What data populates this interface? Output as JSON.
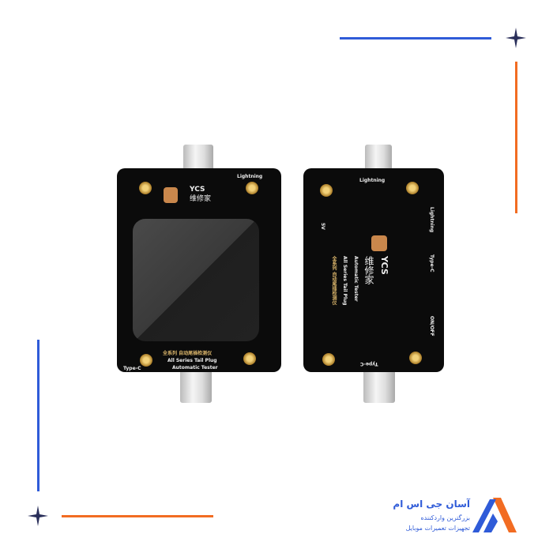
{
  "brand": {
    "name": "آسان جی اس ام",
    "tagline_1": "بزرگترین واردکننده",
    "tagline_2": "تجهیزات تعمیرات موبایل",
    "colors": {
      "blue": "#2f5bd8",
      "orange": "#f26c22"
    }
  },
  "product": {
    "logo": "YCS",
    "logo_cn": "维修家",
    "port_top": "Lightning",
    "port_bottom": "Type-C",
    "title_cn": "全系列 自动尾插检测仪",
    "title_en_1": "All Series Tail Plug",
    "title_en_2": "Automatic Tester",
    "voltage": "5V",
    "power": "ON/OFF"
  }
}
